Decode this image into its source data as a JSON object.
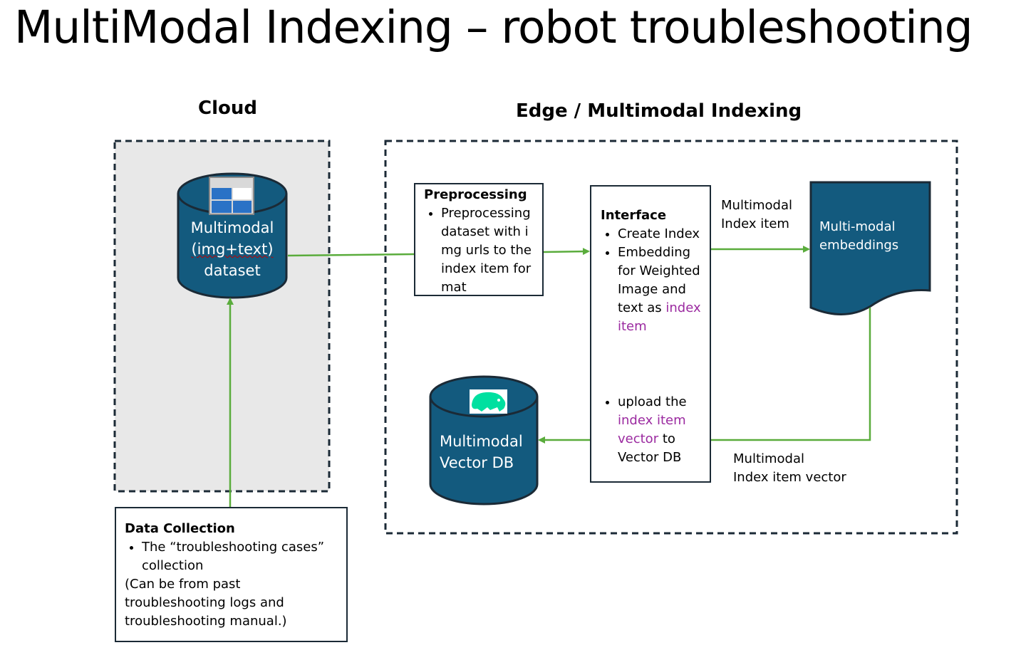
{
  "title": "MultiModal Indexing – robot troubleshooting",
  "cloud": {
    "label": "Cloud",
    "dataset": {
      "line1": "Multimodal",
      "line2": "(img+text)",
      "line3": "dataset",
      "icon": "dataset-table-icon"
    }
  },
  "edge": {
    "label": "Edge / Multimodal Indexing",
    "preprocessing": {
      "heading": "Preprocessing",
      "bullet1": "Preprocessing dataset with img urls to the index item format"
    },
    "interface": {
      "heading": "Interface",
      "bullet1": "Create Index",
      "bullet2_a": "Embedding for Weighted Image and text as ",
      "bullet2_b": "index item",
      "bullet3_a": "upload the ",
      "bullet3_b": "index item vector",
      "bullet3_c": " to Vector DB"
    },
    "embeddings": {
      "line1": "Multi-modal",
      "line2": "embeddings"
    },
    "vector_db": {
      "line1": "Multimodal",
      "line2": "Vector DB",
      "icon": "vector-db-logo-icon"
    },
    "arrow_label_top": {
      "line1": "Multimodal",
      "line2": "Index item"
    },
    "arrow_label_bottom": {
      "line1": "Multimodal",
      "line2": "Index item vector"
    }
  },
  "data_collection": {
    "heading": "Data Collection",
    "bullet1": "The “troubleshooting cases” collection",
    "note": "(Can be from past troubleshooting logs and troubleshooting manual.)"
  },
  "colors": {
    "dark_blue": "#135a7e",
    "arrow_green": "#5aac3c",
    "purple_text": "#9b2aa0",
    "cloud_fill": "#e8e8e8",
    "border_dark": "#1b2a36"
  }
}
